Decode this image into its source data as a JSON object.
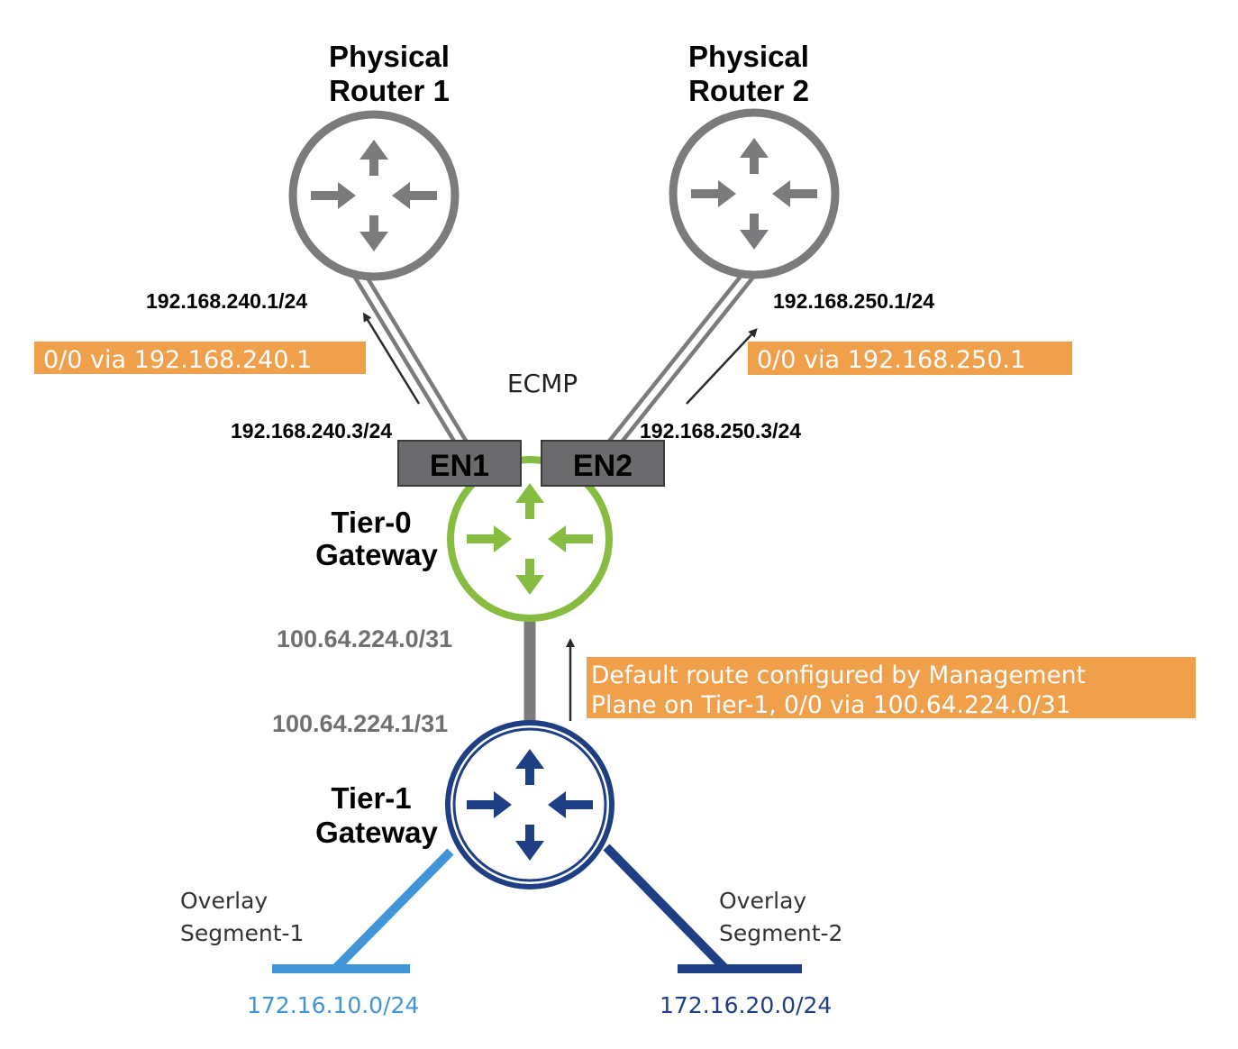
{
  "routers": {
    "physical_1": {
      "line1": "Physical",
      "line2": "Router 1"
    },
    "physical_2": {
      "line1": "Physical",
      "line2": "Router 2"
    },
    "tier0": {
      "line1": "Tier-0",
      "line2": "Gateway"
    },
    "tier1": {
      "line1": "Tier-1",
      "line2": "Gateway"
    }
  },
  "edges": {
    "en1": "EN1",
    "en2": "EN2"
  },
  "ip_labels": {
    "r1_interface": "192.168.240.1/24",
    "r2_interface": "192.168.250.1/24",
    "en1_uplink": "192.168.240.3/24",
    "en2_uplink": "192.168.250.3/24",
    "t0_downlink": "100.64.224.0/31",
    "t1_uplink": "100.64.224.1/31"
  },
  "ecmp_label": "ECMP",
  "callouts": {
    "route_1": "0/0 via 192.168.240.1",
    "route_2": "0/0 via 192.168.250.1",
    "default_route_line1": "Default route configured by Management",
    "default_route_line2": "Plane on Tier-1, 0/0 via 100.64.224.0/31"
  },
  "segments": {
    "seg1": {
      "line1": "Overlay",
      "line2": "Segment-1",
      "subnet": "172.16.10.0/24"
    },
    "seg2": {
      "line1": "Overlay",
      "line2": "Segment-2",
      "subnet": "172.16.20.0/24"
    }
  },
  "colors": {
    "physical_gray": "#7b7b7d",
    "tier0_green": "#86bc40",
    "tier1_navy": "#1f3f85",
    "segment1_blue": "#3f95d8",
    "segment2_navy": "#1f3f85",
    "callout_orange": "#f0a04b",
    "edge_box": "#6b6b6d"
  }
}
